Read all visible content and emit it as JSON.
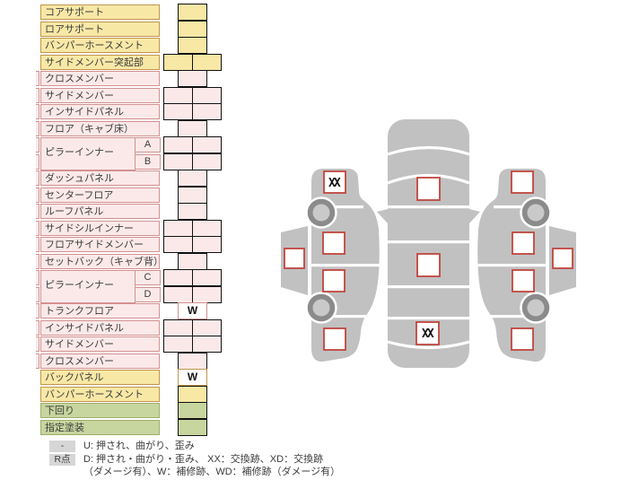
{
  "table": {
    "rows": [
      {
        "label": "コアサポート"
      },
      {
        "label": "ロアサポート"
      },
      {
        "label": "バンパーホースメント"
      },
      {
        "label": "サイドメンバー突起部"
      },
      {
        "label": "クロスメンバー"
      },
      {
        "label": "サイドメンバー"
      },
      {
        "label": "インサイドパネル"
      },
      {
        "label": "フロア（キャブ床）"
      },
      {
        "label": "ピラーインナー",
        "sub": "A"
      },
      {
        "label": "",
        "sub": "B"
      },
      {
        "label": "ダッシュパネル"
      },
      {
        "label": "センターフロア"
      },
      {
        "label": "ルーフパネル"
      },
      {
        "label": "サイドシルインナー"
      },
      {
        "label": "フロアサイドメンバー"
      },
      {
        "label": "セットバック（キャブ背）"
      },
      {
        "label": "ピラーインナー",
        "sub": "C"
      },
      {
        "label": "",
        "sub": "D"
      },
      {
        "label": "トランクフロア",
        "mark": "W"
      },
      {
        "label": "インサイドパネル"
      },
      {
        "label": "サイドメンバー"
      },
      {
        "label": "クロスメンバー"
      },
      {
        "label": "バックパネル",
        "mark": "W"
      },
      {
        "label": "バンパーホースメント"
      },
      {
        "label": "下回り"
      },
      {
        "label": "指定塗装"
      }
    ]
  },
  "legend": {
    "rows": [
      {
        "badge": "-",
        "text": "U: 押され、曲がり、歪み"
      },
      {
        "badge": "R点",
        "text": "D: 押され・曲がり・歪み、 XX：交換跡、XD：交換跡"
      },
      {
        "badge": "",
        "text": "（ダメージ有）、W：補修跡、WD：補修跡（ダメージ有）"
      }
    ]
  },
  "diagram": {
    "left_top_mark": "XX",
    "top_rear_mark": "XX"
  },
  "colors": {
    "row_yellow": "#F8E8A6",
    "row_yellow_border": "#C2954E",
    "row_pink": "#FBE9E9",
    "row_pink_border": "#D39191",
    "row_green": "#C7D59E",
    "row_green_border": "#9FAE6A",
    "car_body": "#C1C1C1",
    "wheel_ring": "#8B8B8B",
    "wheel_hub": "#C9C9C9",
    "checkbox_border": "#C0453E",
    "badge_bg": "#D6D6D6"
  }
}
